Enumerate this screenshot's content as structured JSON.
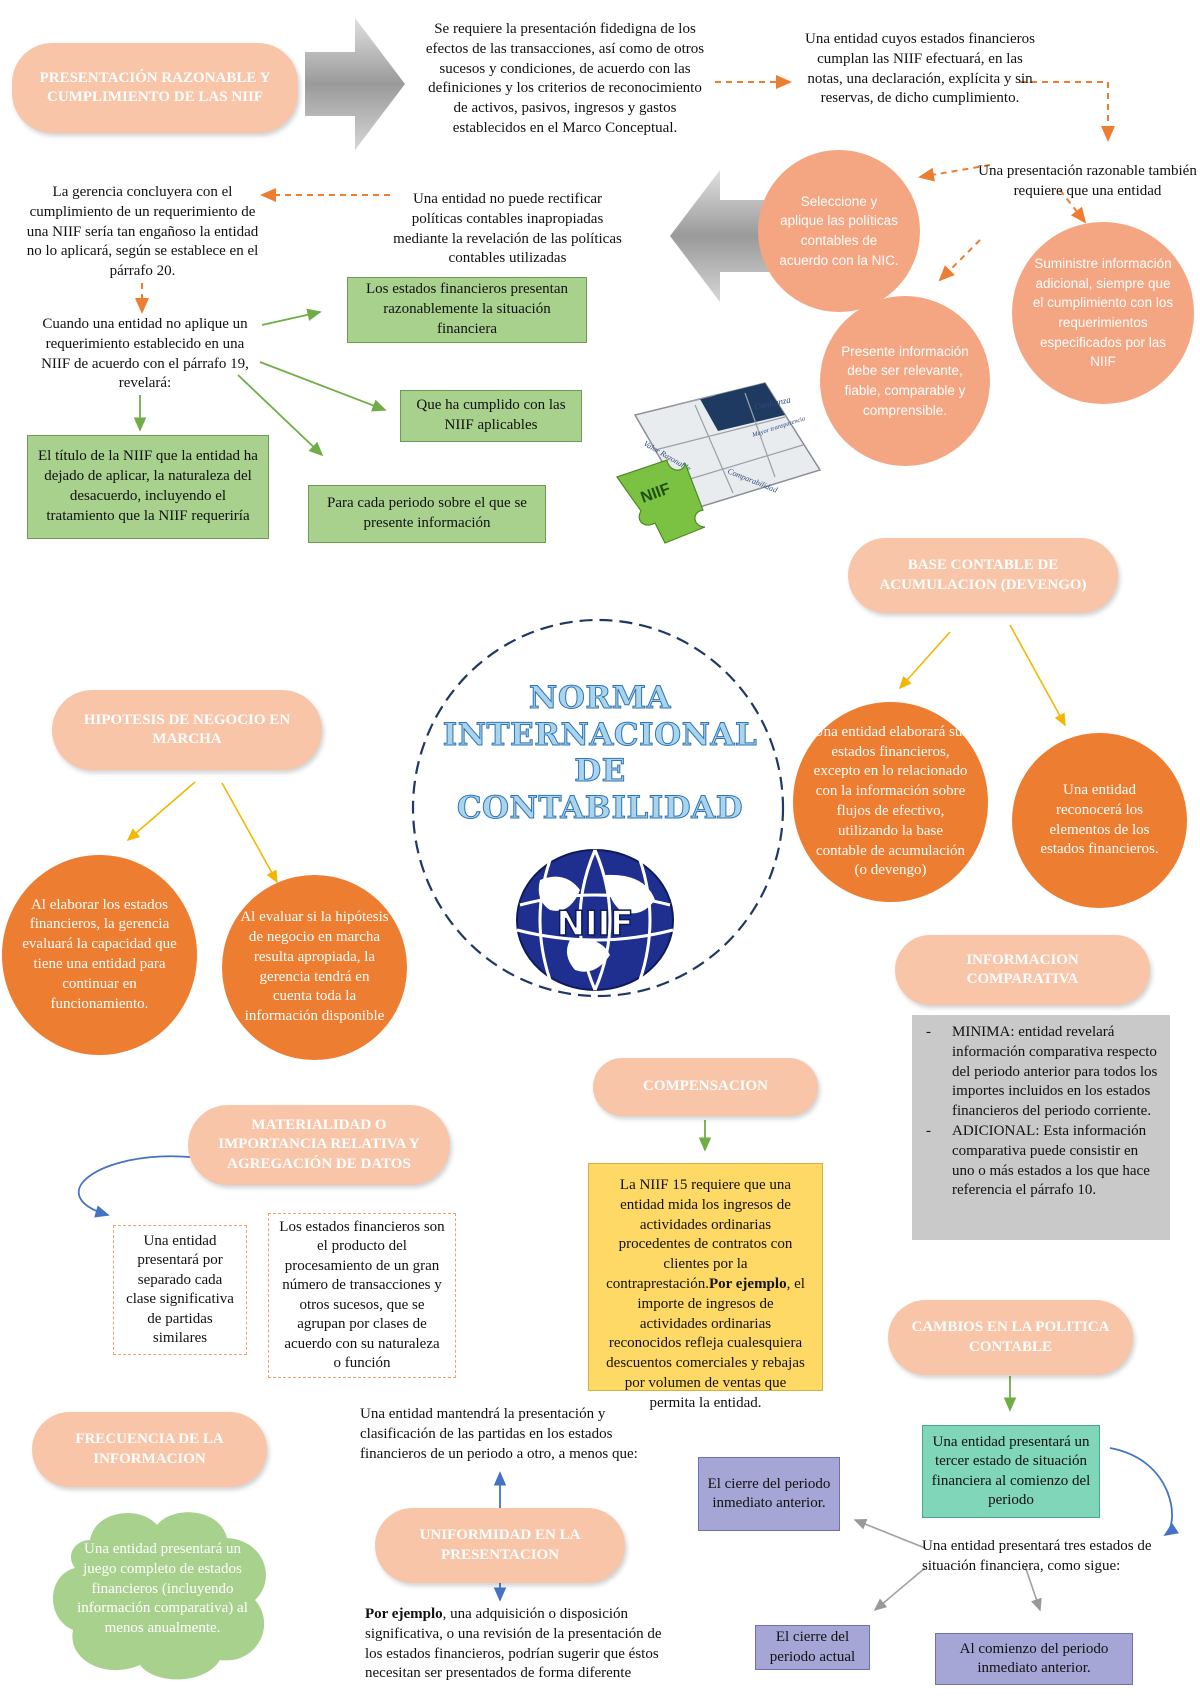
{
  "presentacion": {
    "title": "PRESENTACIÓN RAZONABLE Y CUMPLIMIENTO DE LAS NIIF",
    "text1": "Se requiere la presentación fidedigna de los efectos de las transacciones, así como de otros sucesos y condiciones, de acuerdo con las definiciones y los criterios de reconocimiento de activos, pasivos, ingresos y gastos establecidos en el Marco Conceptual.",
    "text2": "Una entidad cuyos estados financieros cumplan las NIIF efectuará, en las notas, una declaración, explícita y sin reservas, de dicho cumplimiento.",
    "text3": "Una presentación razonable también requiere que una entidad",
    "circle1": "Seleccione y aplique las políticas contables de acuerdo con la NIC.",
    "circle2": "Suministre información adicional, siempre que el cumplimiento con los requerimientos especificados por las NIIF",
    "circle3": "Presente información debe ser relevante, fiable, comparable y comprensible.",
    "rectify": "Una entidad no puede rectificar políticas contables inapropiadas mediante la revelación de las políticas contables utilizadas",
    "gerencia": "La gerencia concluyera con el cumplimiento de un requerimiento de una NIIF sería tan engañoso la entidad no lo aplicará, según se establece en el párrafo 20.",
    "cuando": "Cuando una entidad no aplique un requerimiento establecido en una NIIF de acuerdo con el párrafo 19, revelará:",
    "green1": "Los estados financieros presentan razonablemente la situación financiera",
    "green2": "Que ha cumplido con las NIIF aplicables",
    "green3": "El título de la NIIF que la entidad ha dejado de aplicar, la naturaleza del desacuerdo, incluyendo el tratamiento que la NIIF requeriría",
    "green4": "Para cada periodo sobre el que se presente información"
  },
  "puzzle": {
    "pieces": [
      "Confianza",
      "Valor Razonable",
      "Mayor transparencia",
      "Comparabilidad"
    ],
    "green_piece": "NIIF"
  },
  "center": {
    "title_lines": [
      "NORMA",
      "INTERNACIONAL",
      "DE",
      "CONTABILIDAD"
    ],
    "logo": "NIIF"
  },
  "devengo": {
    "title": "BASE CONTABLE DE ACUMULACION (DEVENGO)",
    "c1": "Una entidad elaborará sus estados financieros, excepto en lo relacionado con la información sobre flujos de efectivo, utilizando la base contable de acumulación (o devengo)",
    "c2": "Una entidad reconocerá los elementos de los estados financieros."
  },
  "hipotesis": {
    "title": "HIPOTESIS DE NEGOCIO EN MARCHA",
    "c1": "Al elaborar los estados financieros, la gerencia evaluará la capacidad que tiene una entidad para continuar en funcionamiento.",
    "c2": "Al evaluar si la hipótesis de negocio en marcha resulta apropiada, la gerencia tendrá en cuenta toda la información disponible"
  },
  "comparativa": {
    "title": "INFORMACION COMPARATIVA",
    "items": [
      {
        "dash": "-",
        "text": "MINIMA: entidad revelará información comparativa respecto del periodo anterior para todos los importes incluidos en los estados financieros del periodo corriente."
      },
      {
        "dash": "-",
        "text": "ADICIONAL: Esta información comparativa puede consistir en uno o más estados a los que hace referencia el párrafo 10."
      }
    ]
  },
  "compensacion": {
    "title": "COMPENSACION",
    "text_a": "La NIIF 15 requiere que una entidad mida los ingresos de actividades ordinarias procedentes de contratos con clientes por la contraprestación.",
    "bold": "Por ejemplo",
    "text_b": ", el importe de ingresos de actividades ordinarias reconocidos refleja cualesquiera descuentos comerciales y rebajas por volumen de ventas que permita la entidad."
  },
  "materialidad": {
    "title": "MATERIALIDAD O IMPORTANCIA RELATIVA Y AGREGACIÓN DE DATOS",
    "box1": "Una entidad presentará por separado cada clase significativa de partidas similares",
    "box2": "Los estados financieros son el producto del procesamiento de un gran número de transacciones y otros sucesos, que se agrupan por clases de acuerdo con su naturaleza o función"
  },
  "cambios": {
    "title": "CAMBIOS EN LA POLITICA CONTABLE",
    "teal": "Una entidad presentará un tercer estado de situación financiera al comienzo del periodo",
    "tres": "Una entidad presentará tres estados de situación financiera, como sigue:",
    "p1": "El cierre del periodo inmediato anterior.",
    "p2": "El cierre del periodo actual",
    "p3": "Al comienzo del periodo inmediato anterior."
  },
  "frecuencia": {
    "title": "FRECUENCIA DE LA INFORMACION",
    "cloud": "Una entidad presentará un juego completo de estados financieros (incluyendo información comparativa) al menos anualmente."
  },
  "uniformidad": {
    "title": "UNIFORMIDAD EN LA PRESENTACION",
    "top": "Una entidad mantendrá la presentación y clasificación de las partidas en los estados financieros de un periodo a otro, a menos que:",
    "bold": "Por ejemplo",
    "bottom": ", una adquisición o disposición significativa, o una revisión de la presentación de los estados financieros, podrían sugerir que éstos necesitan ser presentados de forma diferente"
  }
}
